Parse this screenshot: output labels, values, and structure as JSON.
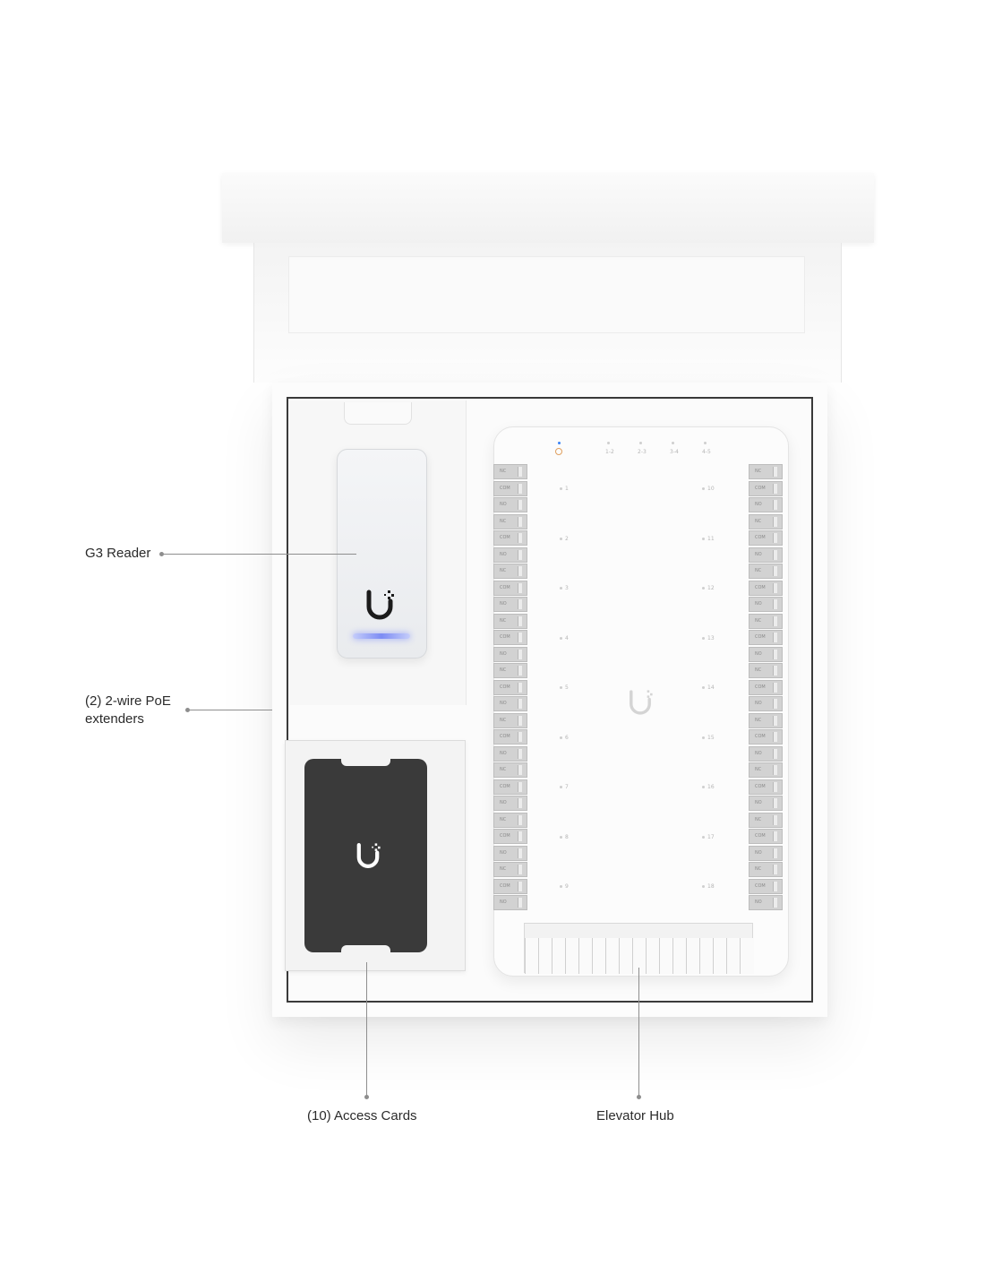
{
  "callouts": {
    "reader": "G3 Reader",
    "extenders_line1": "(2) 2-wire PoE",
    "extenders_line2": "extenders",
    "cards": "(10) Access Cards",
    "hub": "Elevator Hub"
  },
  "hub": {
    "relay_terminals": [
      "NC",
      "COM",
      "NO",
      "NC",
      "COM",
      "NO",
      "NC",
      "COM",
      "NO",
      "NC",
      "COM",
      "NO",
      "NC",
      "COM",
      "NO",
      "NC",
      "COM",
      "NO",
      "NC",
      "COM",
      "NO",
      "NC",
      "COM",
      "NO",
      "NC",
      "COM",
      "NO"
    ],
    "left_channels": [
      "1",
      "2",
      "3",
      "4",
      "5",
      "6",
      "7",
      "8",
      "9"
    ],
    "right_channels": [
      "10",
      "11",
      "12",
      "13",
      "14",
      "15",
      "16",
      "17",
      "18"
    ],
    "top_ports": [
      "1-2",
      "2-3",
      "3-4",
      "4-5"
    ]
  },
  "colors": {
    "led_status": "#3b82f6",
    "reader_glow": "#7d8cf4",
    "card_body": "#3a3a3a"
  }
}
